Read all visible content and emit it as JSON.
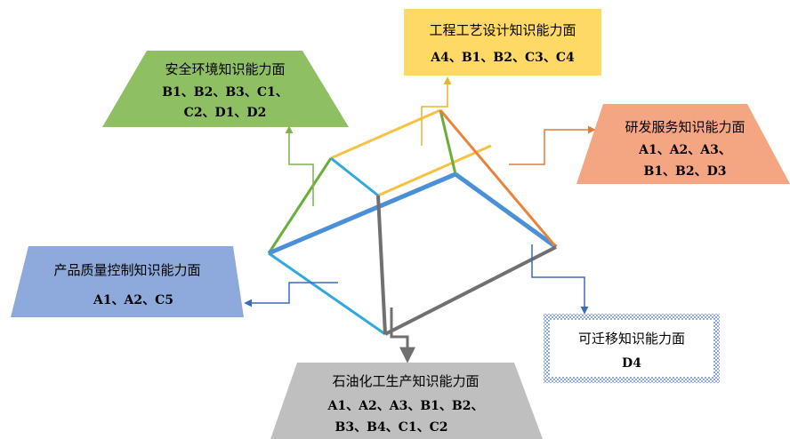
{
  "facets": {
    "top": {
      "title": "工程工艺设计知识能力面",
      "items": "A4、B1、B2、C3、C4"
    },
    "upper_left": {
      "title": "安全环境知识能力面",
      "items_line1": "B1、B2、B3、C1、",
      "items_line2": "C2、D1、D2"
    },
    "right": {
      "title": "研发服务知识能力面",
      "items_line1": "A1、A2、A3、",
      "items_line2": "B1、B2、D3"
    },
    "left": {
      "title": "产品质量控制知识能力面",
      "items": "A1、A2、C5"
    },
    "lower_right": {
      "title": "可迁移知识能力面",
      "items": "D4"
    },
    "bottom": {
      "title": "石油化工生产知识能力面",
      "items_line1": "A1、A2、A3、B1、B2、",
      "items_line2": "B3、B4、C1、C2"
    }
  },
  "colors": {
    "top_fill": "#FFD966",
    "upper_left_fill": "#8FBF63",
    "right_fill": "#F4A582",
    "left_fill": "#8EA9DB",
    "lower_right_fill": "#FFFFFF",
    "lower_right_border": "#8EA9DB",
    "bottom_fill": "#BFBFBF",
    "edge_yellow": "#F5C242",
    "edge_green": "#6AAE3A",
    "edge_cyan": "#2FA9DF",
    "edge_blue": "#4A90D9",
    "edge_orange": "#E8833A",
    "edge_gray": "#707070",
    "arrow_top": "#E5B52E",
    "arrow_upper_left": "#7FB055",
    "arrow_right": "#E07B3E",
    "arrow_left": "#3E6BB5",
    "arrow_lower_right": "#3E6BB5",
    "arrow_bottom": "#707070"
  }
}
